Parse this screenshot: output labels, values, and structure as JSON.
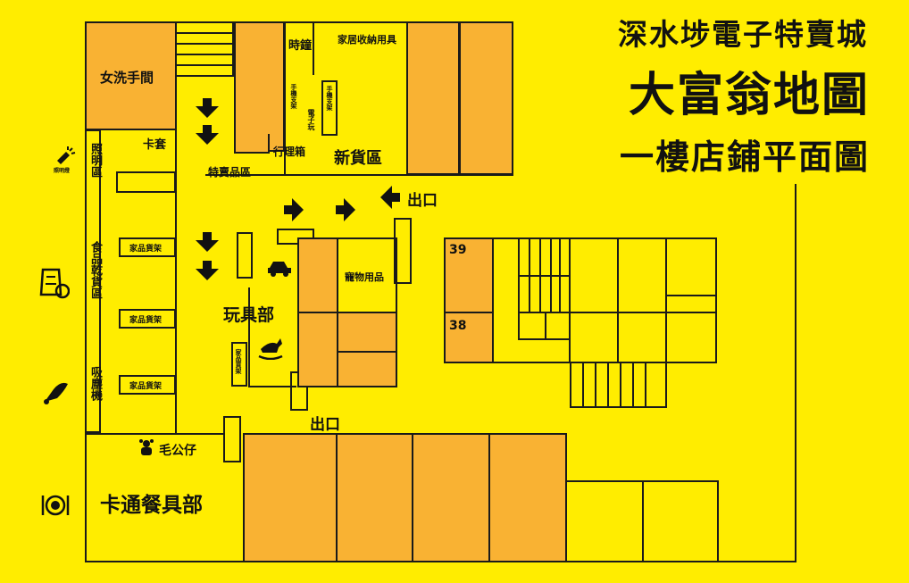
{
  "title": {
    "line1": "深水埗電子特賣城",
    "line2": "大富翁地圖",
    "line3": "一樓店鋪平面圖"
  },
  "labels": {
    "ladies_toilet": "女洗手間",
    "card_sleeve": "卡套",
    "lighting": "照明區",
    "food": "食品乾貨區",
    "vacuum": "吸塵機",
    "rack1": "家品貨架",
    "rack2": "家品貨架",
    "rack3": "家品貨架",
    "rack_vertical": "家品貨架",
    "clock": "時鐘",
    "storage": "家居收納用具",
    "phone_stand1": "手機支架",
    "phone_stand2": "手機支架",
    "e_toys": "電子玩",
    "luggage": "行理箱",
    "new_goods": "新貨區",
    "special_sale": "特賣品區",
    "exit_top": "出口",
    "exit_bottom": "出口",
    "pet": "寵物用品",
    "toys": "玩具部",
    "plush": "毛公仔",
    "cartoon_tableware": "卡通餐具部",
    "stall_39": "39",
    "stall_38": "38",
    "flashlight_caption": "照明燈"
  },
  "colors": {
    "background": "#FFED00",
    "stall": "#F9B233",
    "line": "#1a1a1a"
  },
  "icons": [
    "flashlight-icon",
    "snack-bag-icon",
    "vacuum-icon",
    "plate-cutlery-icon",
    "toy-car-icon",
    "rocking-horse-icon",
    "plush-bear-icon",
    "arrow-down-icon",
    "arrow-right-icon",
    "arrow-left-icon"
  ]
}
